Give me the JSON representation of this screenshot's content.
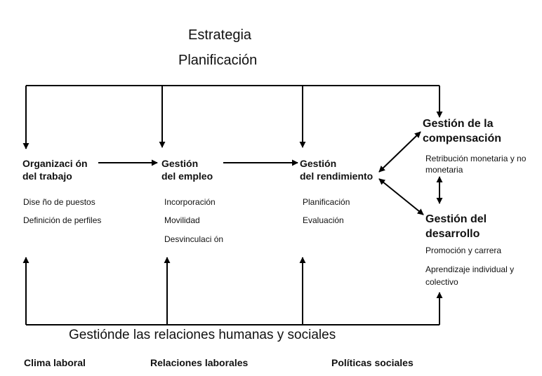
{
  "header": {
    "line1": "Estrategia",
    "line2": "Planificación"
  },
  "nodes": {
    "organizacion": {
      "title1": "Organizaci ón",
      "title2": "del trabajo",
      "items": [
        "Dise ño de puestos",
        "Definición de perfiles"
      ]
    },
    "empleo": {
      "title1": "Gestión",
      "title2": "del empleo",
      "items": [
        "Incorporación",
        "Movilidad",
        "Desvinculaci ón"
      ]
    },
    "rendimiento": {
      "title1": "Gestión",
      "title2": "del rendimiento",
      "items": [
        "Planificación",
        "Evaluación"
      ]
    },
    "compensacion": {
      "title1": "Gestión de la",
      "title2": "compensación",
      "desc1": "Retribución monetaria y no",
      "desc2": "monetaria"
    },
    "desarrollo": {
      "title1": "Gestión del",
      "title2": "desarrollo",
      "items": [
        "Promoción y carrera",
        "Aprendizaje individual y",
        "colectivo"
      ]
    }
  },
  "footer": {
    "title": "Gestiónde las relaciones humanas y sociales",
    "items": [
      "Clima laboral",
      "Relaciones laborales",
      "Políticas sociales"
    ]
  }
}
